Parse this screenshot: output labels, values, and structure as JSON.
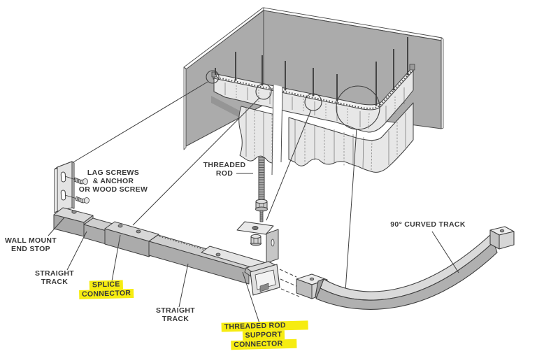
{
  "diagram": {
    "labels": {
      "lag_screws": {
        "line1": "LAG SCREWS",
        "line2": "& ANCHOR",
        "line3": "OR WOOD SCREW"
      },
      "threaded_rod": {
        "line1": "THREADED",
        "line2": "ROD"
      },
      "wall_mount_end_stop": {
        "line1": "WALL MOUNT",
        "line2": "END STOP"
      },
      "straight_track_upper": {
        "line1": "STRAIGHT",
        "line2": "TRACK"
      },
      "splice_connector": {
        "line1": "SPLICE",
        "line2": "CONNECTOR",
        "highlighted": "true"
      },
      "straight_track_lower": {
        "line1": "STRAIGHT",
        "line2": "TRACK"
      },
      "threaded_rod_support_connector": {
        "line1": "THREADED ROD",
        "line2": "SUPPORT",
        "line3": "CONNECTOR",
        "highlighted": "true"
      },
      "curved_track_90": {
        "line1": "90° CURVED TRACK"
      }
    },
    "colors": {
      "highlight": "#f6ec11",
      "wall": "#ababab",
      "wall_shadow": "#959595",
      "curtain": "#e7e7e7",
      "metal_top": "#d7d7d7",
      "metal_front": "#acacac",
      "outline": "#3f3f3f"
    },
    "highlight_style": "background:#f6ec11;"
  }
}
